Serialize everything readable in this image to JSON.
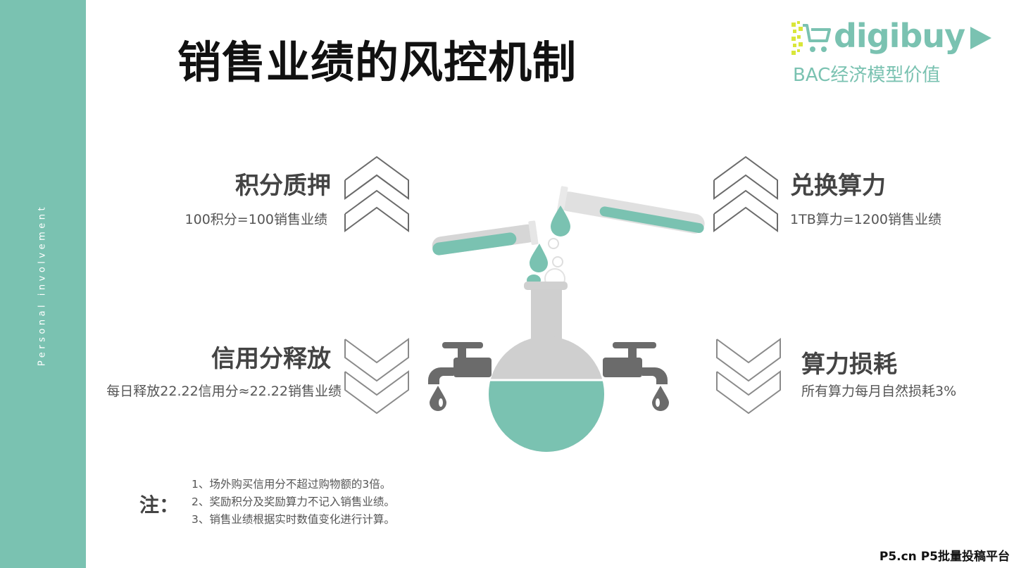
{
  "sidebar": {
    "vertical_text": "Personal involvement"
  },
  "page": {
    "title": "销售业绩的风控机制"
  },
  "logo": {
    "wordmark": "digibuy",
    "subtitle": "BAC经济模型价值",
    "icon": "shopping-cart-icon",
    "arrow_icon": "play-triangle-icon"
  },
  "blocks": {
    "pledge": {
      "title": "积分质押",
      "desc": "100积分=100销售业绩"
    },
    "exchange": {
      "title": "兑换算力",
      "desc": "1TB算力=1200销售业绩"
    },
    "release": {
      "title": "信用分释放",
      "desc": "每日释放22.22信用分≈22.22销售业绩"
    },
    "loss": {
      "title": "算力损耗",
      "desc": "所有算力每月自然损耗3%"
    }
  },
  "notes": {
    "label": "注：",
    "items": [
      "1、场外购买信用分不超过购物额的3倍。",
      "2、奖励积分及奖励算力不记入销售业绩。",
      "3、销售业绩根据实时数值变化进行计算。"
    ]
  },
  "watermark": "P5.cn P5批量投稿平台",
  "colors": {
    "accent": "#7ac2b1",
    "gray": "#c9c9c9",
    "dark_gray": "#666666"
  }
}
